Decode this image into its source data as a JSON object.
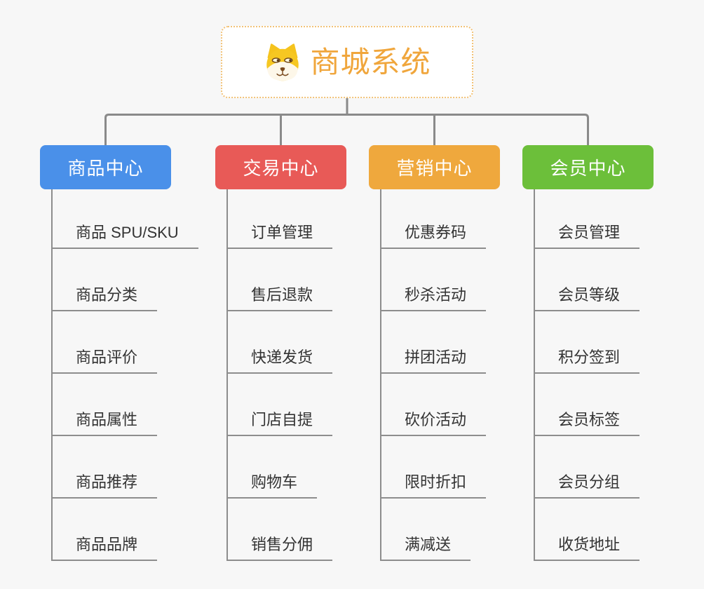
{
  "app": {
    "background_color": "#f7f7f7",
    "connector_color": "#8a8a8a",
    "leaf_line_color": "#8d8d8d",
    "leaf_text_color": "#333333"
  },
  "root": {
    "title": "商城系统",
    "icon": "dog-face-icon",
    "text_color": "#f0a63c",
    "border_color": "#f2c277",
    "background": "#ffffff"
  },
  "branches": [
    {
      "label": "商品中心",
      "color": "#4a90e9",
      "children": [
        "商品 SPU/SKU",
        "商品分类",
        "商品评价",
        "商品属性",
        "商品推荐",
        "商品品牌"
      ]
    },
    {
      "label": "交易中心",
      "color": "#e85a57",
      "children": [
        "订单管理",
        "售后退款",
        "快递发货",
        "门店自提",
        "购物车",
        "销售分佣"
      ]
    },
    {
      "label": "营销中心",
      "color": "#efa83d",
      "children": [
        "优惠券码",
        "秒杀活动",
        "拼团活动",
        "砍价活动",
        "限时折扣",
        "满减送"
      ]
    },
    {
      "label": "会员中心",
      "color": "#6cbf3a",
      "children": [
        "会员管理",
        "会员等级",
        "积分签到",
        "会员标签",
        "会员分组",
        "收货地址"
      ]
    }
  ]
}
